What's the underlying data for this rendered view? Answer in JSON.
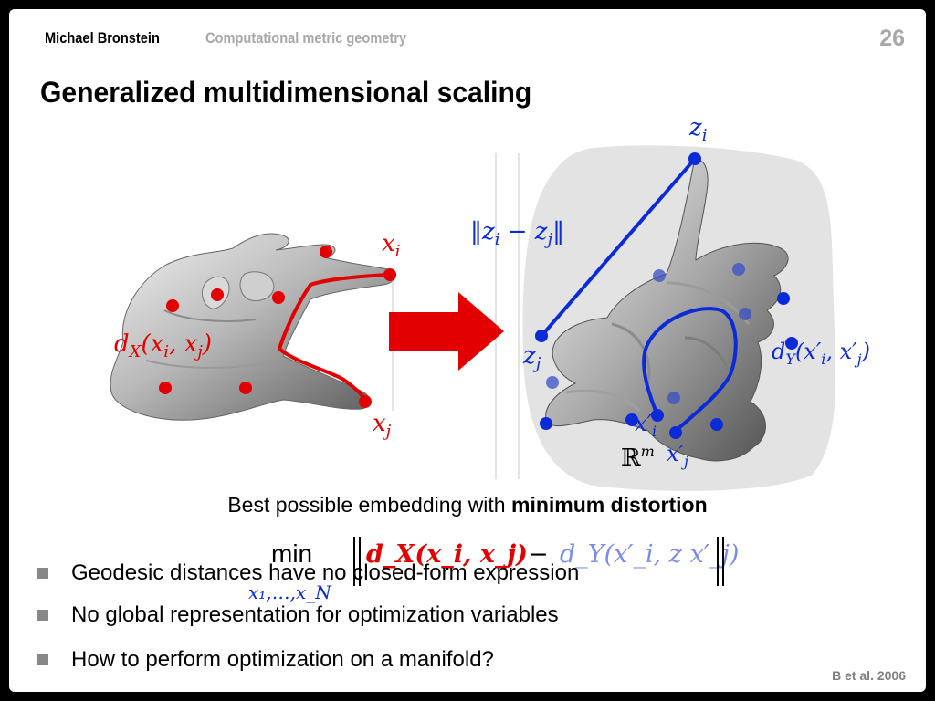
{
  "header": {
    "author": "Michael Bronstein",
    "course": "Computational metric geometry",
    "page_number": "26"
  },
  "title": "Generalized multidimensional scaling",
  "figure": {
    "label_xi": "x",
    "label_xi_sub": "i",
    "label_xj": "x",
    "label_xj_sub": "j",
    "label_dx": "d",
    "label_dx_sub": "X",
    "label_dx_args": "(x",
    "label_dx_args_sub_i": "i",
    "label_dx_args_mid": ", x",
    "label_dx_args_sub_j": "j",
    "label_dx_args_end": ")",
    "label_zi": "z",
    "label_zi_sub": "i",
    "label_zj": "z",
    "label_zj_sub": "j",
    "label_norm": "‖z",
    "label_norm_sub_i": "i",
    "label_norm_mid": " − z",
    "label_norm_sub_j": "j",
    "label_norm_end": "‖",
    "label_dy": "d",
    "label_dy_sub": "Y",
    "label_dy_args": "(x′",
    "label_dy_args_sub_i": "i",
    "label_dy_args_mid": ", x′",
    "label_dy_args_sub_j": "j",
    "label_dy_args_end": ")",
    "label_xpi": "x′",
    "label_xpi_sub": "i",
    "label_xpj": "x′",
    "label_xpj_sub": "j",
    "label_rm": "ℝ",
    "label_rm_sup": "m"
  },
  "caption": {
    "prefix": "Best possible embedding with ",
    "bold": "minimum distortion"
  },
  "formula": {
    "min": "min",
    "subscript": "x₁,…,x_N",
    "dx_term": "d_X(x_i, x_j)",
    "minus": "−",
    "dy_term": "d_Y(x′_i, z x′_j)"
  },
  "bullets": [
    "Geodesic distances have no closed-form expression",
    "No global representation for optimization variables",
    "How to perform optimization on a manifold?"
  ],
  "citation": "B et al. 2006",
  "colors": {
    "red": "#e30000",
    "blue": "#0b2bd9",
    "gray_text": "#a8a8a8",
    "bullet": "#888888"
  },
  "icons": {
    "arrow": "right-arrow-icon",
    "bullet": "square-bullet-icon"
  }
}
